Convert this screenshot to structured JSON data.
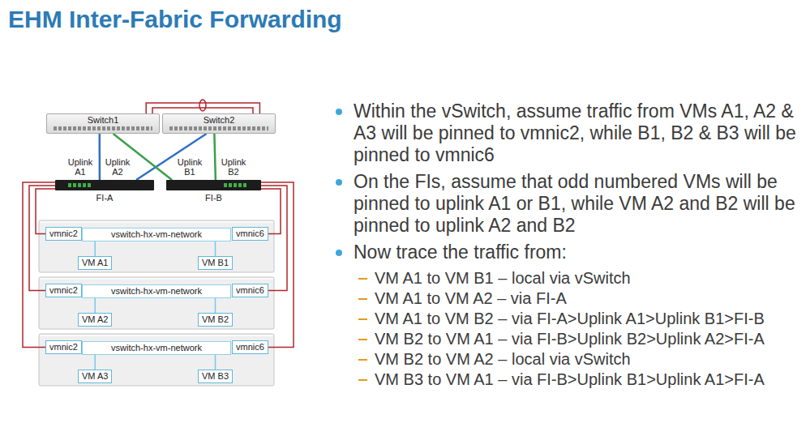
{
  "diagram": {
    "title": "EHM Inter-Fabric Forwarding",
    "nodes": [
      {
        "text": [
          "Switch1"
        ]
      },
      {
        "text": [
          "Switch2"
        ]
      },
      {
        "text": [
          "FI-A"
        ]
      },
      {
        "text": [
          "FI-B"
        ]
      },
      {
        "text": [
          "vmnic2"
        ]
      },
      {
        "text": [
          "vswitch-hx-vm-network"
        ]
      },
      {
        "text": [
          "vmnic6"
        ]
      },
      {
        "text": [
          "VM A1"
        ]
      },
      {
        "text": [
          "VM B1"
        ]
      },
      {
        "text": [
          "vmnic2"
        ]
      },
      {
        "text": [
          "vswitch-hx-vm-network"
        ]
      },
      {
        "text": [
          "vmnic6"
        ]
      },
      {
        "text": [
          "VM A2"
        ]
      },
      {
        "text": [
          "VM B2"
        ]
      },
      {
        "text": [
          "vmnic2"
        ]
      },
      {
        "text": [
          "vswitch-hx-vm-network"
        ]
      },
      {
        "text": [
          "vmnic6"
        ]
      },
      {
        "text": [
          "VM A3"
        ]
      },
      {
        "text": [
          "VM B3"
        ]
      }
    ],
    "edges": [
      {
        "from": 0,
        "to": 2,
        "arrow": "none"
      },
      {
        "from": 1,
        "to": 2,
        "arrow": "none"
      },
      {
        "from": 0,
        "to": 3,
        "arrow": "none"
      },
      {
        "from": 1,
        "to": 3,
        "arrow": "none"
      },
      {
        "from": 0,
        "to": 1,
        "arrow": "none"
      },
      {
        "from": 2,
        "to": 4,
        "arrow": "none"
      },
      {
        "from": 2,
        "to": 9,
        "arrow": "none"
      },
      {
        "from": 2,
        "to": 14,
        "arrow": "none"
      },
      {
        "from": 3,
        "to": 6,
        "arrow": "none"
      },
      {
        "from": 3,
        "to": 11,
        "arrow": "none"
      },
      {
        "from": 3,
        "to": 16,
        "arrow": "none"
      },
      {
        "from": 5,
        "to": 7,
        "arrow": "none"
      },
      {
        "from": 5,
        "to": 8,
        "arrow": "none"
      },
      {
        "from": 10,
        "to": 12,
        "arrow": "none"
      },
      {
        "from": 10,
        "to": 13,
        "arrow": "none"
      },
      {
        "from": 15,
        "to": 17,
        "arrow": "none"
      },
      {
        "from": 15,
        "to": 18,
        "arrow": "none"
      }
    ],
    "labels": [
      "Uplink A1",
      "Uplink A2",
      "Uplink B1",
      "Uplink B2",
      "Within the vSwitch, assume traffic from VMs A1, A2 & A3 will be pinned to vmnic2, while B1, B2 & B3 will be pinned to vmnic6",
      "On the FIs, assume that odd numbered VMs will be pinned to uplink A1 or B1, while VM A2 and B2 will be pinned to uplink A2 and B2",
      "Now trace the traffic from:",
      "VM A1 to VM B1 – local via vSwitch",
      "VM A1 to VM A2 – via FI-A",
      "VM A1 to VM B2 – via FI-A>Uplink A1>Uplink B1>FI-B",
      "VM B2 to VM A1 – via FI-B>Uplink B2>Uplink A2>FI-A",
      "VM B2 to VM A2 – local via vSwitch",
      "VM B3 to VM A1 – via FI-B>Uplink B1>Uplink A1>FI-A"
    ]
  }
}
